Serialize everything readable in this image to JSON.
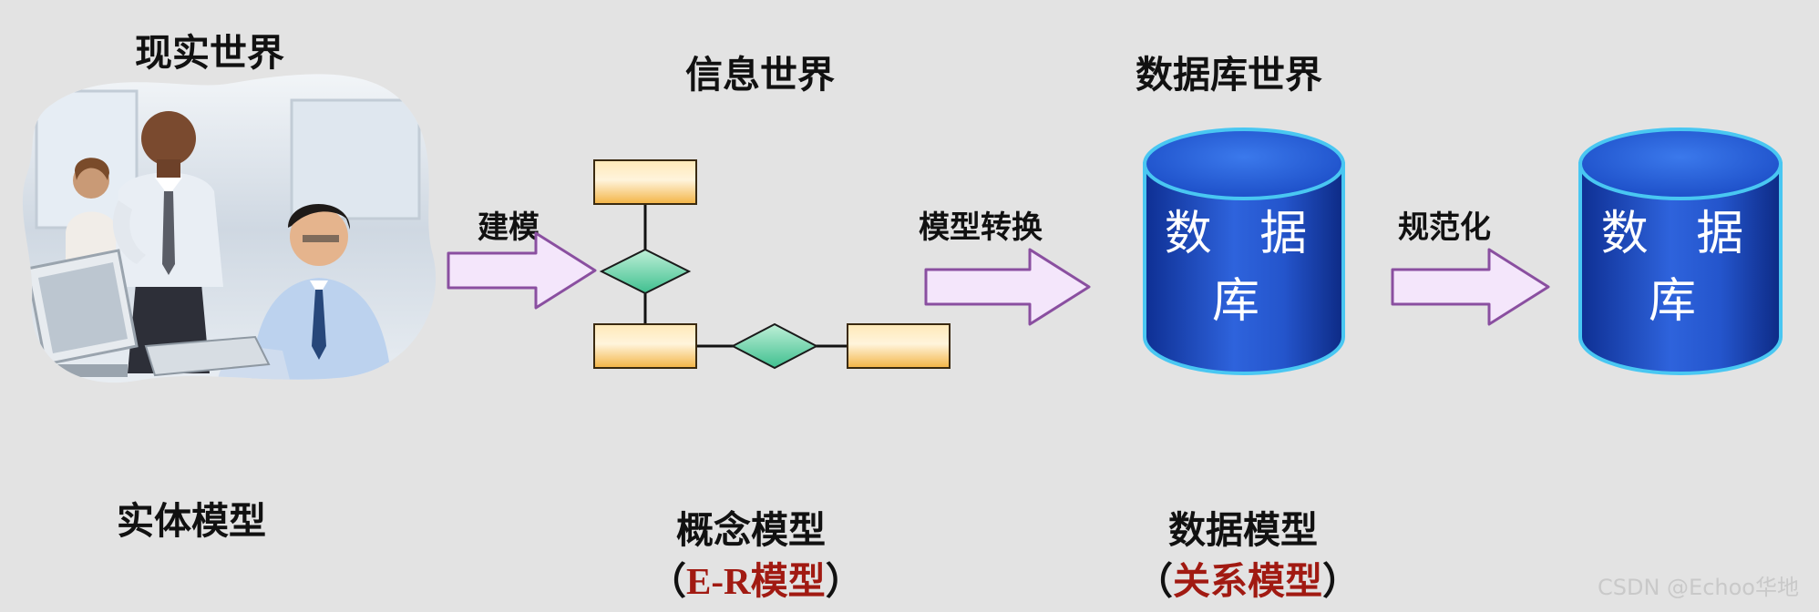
{
  "worlds": {
    "real": "现实世界",
    "info": "信息世界",
    "db": "数据库世界"
  },
  "arrows": {
    "modeling": "建模",
    "transform": "模型转换",
    "normalize": "规范化"
  },
  "database": {
    "line1": "数 据",
    "line2": "库"
  },
  "models": {
    "entity": "实体模型",
    "concept": "概念模型",
    "concept_paren_open": "（",
    "concept_paren_inner": "E-R模型",
    "concept_paren_close": "）",
    "data": "数据模型",
    "data_paren_open": "（",
    "data_paren_inner": "关系模型",
    "data_paren_close": "）"
  },
  "watermark": "CSDN @Echoo华地",
  "colors": {
    "background": "#e3e3e3",
    "entity_box": "#f5b94a",
    "relationship_diamond": "#3fbf8f",
    "arrow_fill": "#f4e6fb",
    "arrow_stroke": "#8a4fa0",
    "db_blue": "#1d4fc8",
    "emphasis_red": "#a11a12"
  }
}
